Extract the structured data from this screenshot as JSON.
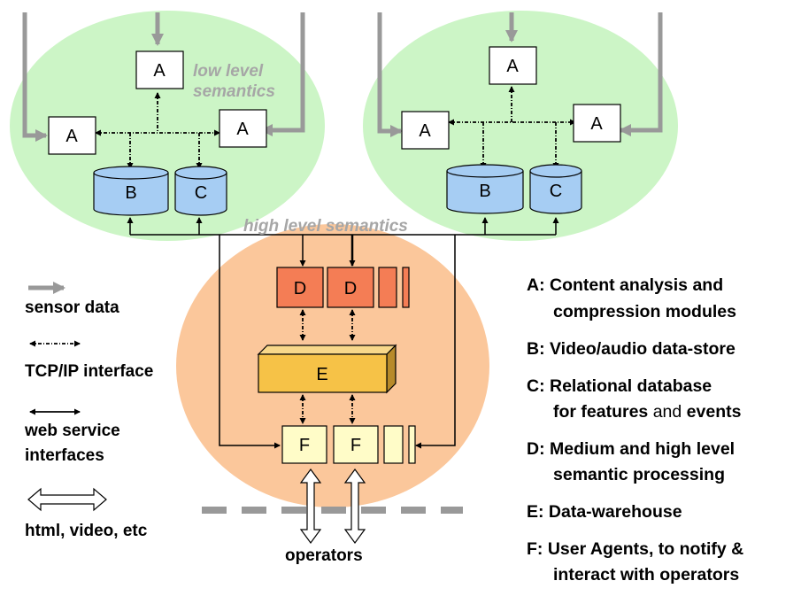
{
  "nodes": {
    "analysis": "A",
    "datastore": "B",
    "database": "C",
    "semantic": "D",
    "warehouse": "E",
    "agent": "F"
  },
  "semantics": {
    "low": [
      "low level",
      "semantics"
    ],
    "high": "high level semantics"
  },
  "legend": {
    "sensor_data": "sensor data",
    "tcpip": "TCP/IP interface",
    "web_service": [
      "web service",
      "interfaces"
    ],
    "html_video": "html, video, etc"
  },
  "operators": "operators",
  "key": {
    "a": [
      "A: Content analysis and",
      "compression modules"
    ],
    "b": "B: Video/audio data-store",
    "c_line1": "C: Relational database",
    "c_line2_prefix": "for features ",
    "c_line2_and": "and",
    "c_line2_suffix": " events",
    "d": [
      "D: Medium and high level",
      "semantic processing"
    ],
    "e": "E: Data-warehouse",
    "f": [
      "F: User Agents, to notify &",
      "interact with operators"
    ]
  },
  "colors": {
    "node_region": "#ccf5c6",
    "central_region": "#fbc79b",
    "store_fill": "#a6cdf3",
    "semantic_fill": "#f47d55",
    "warehouse_fill": "#f6c247",
    "agent_fill": "#fffcc8",
    "sensor_arrow": "#999999"
  }
}
